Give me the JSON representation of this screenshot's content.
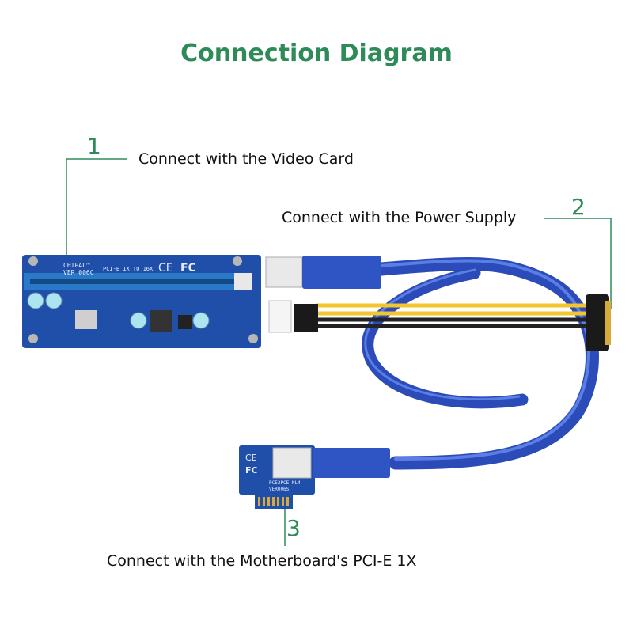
{
  "title": "Connection Diagram",
  "callouts": [
    {
      "number": "1",
      "text": "Connect with the Video Card"
    },
    {
      "number": "2",
      "text": "Connect with the Power Supply"
    },
    {
      "number": "3",
      "text": "Connect with the Motherboard's PCI-E 1X"
    }
  ],
  "board_text": {
    "brand": "CHIPAL™",
    "model": "VER 006C",
    "pcie": "PCI-E 1X TO 16X",
    "ce": "CE",
    "fc": "FC",
    "small_ce": "CE",
    "small_fc": "FC",
    "small_model": "PCE2PCE-NL4",
    "small_ver": "VER006S"
  },
  "colors": {
    "accent": "#2e8b57",
    "board": "#1f4fa8",
    "cable": "#3a5fcf",
    "slot": "#2a78c8",
    "yellow_wire": "#f2c62e",
    "sata_gold": "#d9a93a"
  }
}
